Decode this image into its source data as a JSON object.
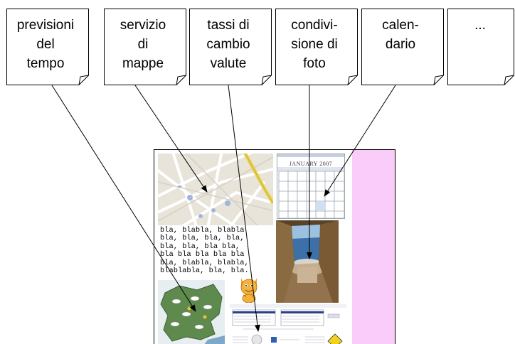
{
  "widgets": [
    {
      "id": "weather",
      "label": "previsioni\ndel\ntempo"
    },
    {
      "id": "maps",
      "label": "servizio\ndi\nmappe"
    },
    {
      "id": "currency",
      "label": "tassi di\ncambio\nvalute"
    },
    {
      "id": "photos",
      "label": "condivi-\nsione di\nfoto"
    },
    {
      "id": "calendar",
      "label": "calen-\ndario"
    },
    {
      "id": "more",
      "label": "..."
    }
  ],
  "page": {
    "calendar_month": "JANUARY  2007",
    "filler_text": "bla, blabla, blabla\nbla, bla, bla, bla,\nbla, bla, bla bla,\nbla bla bla bla bla\nbla, blabla, blabla,\nblablabla, bla, bla."
  },
  "colors": {
    "page_side_column": "#f9ccf9",
    "stroke": "#000000"
  },
  "icons": {
    "mascot": "cartoon-cat-icon"
  }
}
